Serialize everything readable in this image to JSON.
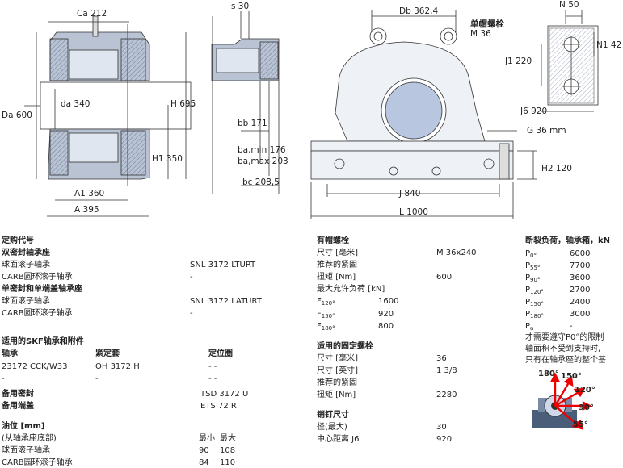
{
  "drawing": {
    "ca": "Ca 212",
    "s": "s 30",
    "db": "Db 362,4",
    "n": "N 50",
    "bolt_title": "单帽螺栓",
    "bolt_m": "M 36",
    "n1": "N1 42",
    "j1": "J1 220",
    "da": "Da 600",
    "da_small": "da 340",
    "h": "H 695",
    "bb": "bb 171",
    "h1": "H1 350",
    "bamin": "ba,min 176",
    "bamax": "ba,max 203",
    "bc": "bc 208,5",
    "a1": "A1 360",
    "a": "A 395",
    "j6": "J6 920",
    "g": "G 36 mm",
    "h2": "H2 120",
    "j": "J 840",
    "l": "L 1000"
  },
  "left": {
    "order_title": "定购代号",
    "double_title": "双密封轴承座",
    "double_rows": [
      {
        "label": "球面滚子轴承",
        "value": "SNL 3172 LTURT"
      },
      {
        "label": "CARB圆环滚子轴承",
        "value": "-"
      }
    ],
    "single_title": "单密封和单端盖轴承座",
    "single_rows": [
      {
        "label": "球面滚子轴承",
        "value": "SNL 3172 LATURT"
      },
      {
        "label": "CARB圆环滚子轴承",
        "value": "-"
      }
    ],
    "acc_title": "适用的SKF轴承和附件",
    "acc_headers": [
      "轴承",
      "紧定套",
      "定位圈"
    ],
    "acc_rows": [
      [
        "23172 CCK/W33",
        "OH 3172 H",
        "- -"
      ],
      [
        "-",
        "-",
        "- -"
      ]
    ],
    "seal_label": "备用密封",
    "seal_value": "TSD 3172 U",
    "cap_label": "备用端盖",
    "cap_value": "ETS 72 R",
    "oil_title": "油位 [mm]",
    "oil_sub": "(从轴承座底部)",
    "oil_min": "最小",
    "oil_max": "最大",
    "oil_rows": [
      {
        "label": "球面滚子轴承",
        "min": "90",
        "max": "108"
      },
      {
        "label": "CARB园环滚子轴承",
        "min": "84",
        "max": "110"
      }
    ]
  },
  "middle": {
    "cap_bolt_title": "有帽螺栓",
    "size_mm_label": "尺寸 [毫米]",
    "size_mm_value": "M 36x240",
    "torque_rec": "推荐的紧固",
    "torque_label": "扭矩 [Nm]",
    "torque_value": "600",
    "max_load": "最大允许负荷 [kN]",
    "loads": [
      {
        "f": "F",
        "sub": "120°",
        "value": "1600"
      },
      {
        "f": "F",
        "sub": "150°",
        "value": "920"
      },
      {
        "f": "F",
        "sub": "180°",
        "value": "800"
      }
    ],
    "fix_title": "适用的固定螺栓",
    "fix_size_mm": "尺寸 [毫米]",
    "fix_size_mm_value": "36",
    "fix_size_in": "尺寸 [英寸]",
    "fix_size_in_value": "1 3/8",
    "fix_torque_rec": "推荐的紧固",
    "fix_torque_label": "扭矩 [Nm]",
    "fix_torque_value": "2280",
    "dowel_title": "销钉尺寸",
    "dowel_max": "径(最大)",
    "dowel_max_value": "30",
    "dowel_center": "中心距离 J6",
    "dowel_center_value": "920"
  },
  "right": {
    "title": "断裂负荷，轴承箱，kN",
    "loads": [
      {
        "p": "P",
        "sub": "0°",
        "value": "6000"
      },
      {
        "p": "P",
        "sub": "55°",
        "value": "7700"
      },
      {
        "p": "P",
        "sub": "90°",
        "value": "3600"
      },
      {
        "p": "P",
        "sub": "120°",
        "value": "2700"
      },
      {
        "p": "P",
        "sub": "150°",
        "value": "2400"
      },
      {
        "p": "P",
        "sub": "180°",
        "value": "3000"
      },
      {
        "p": "P",
        "sub": "a",
        "value": "-"
      }
    ],
    "note1": "才需要遵守P0°的限制",
    "note2": "轴面积不受到支持时,",
    "note3": "只有在轴承座的整个基",
    "angles": [
      "180°",
      "150°",
      "120°",
      "90°",
      "55°"
    ]
  }
}
